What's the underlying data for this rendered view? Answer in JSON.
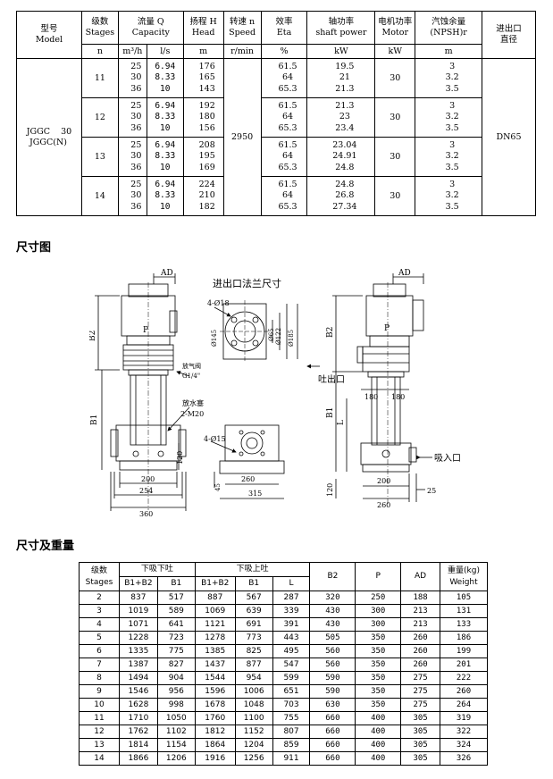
{
  "perf_table": {
    "headers": [
      {
        "cn": "型号",
        "en": "Model"
      },
      {
        "cn": "级数",
        "en": "Stages"
      },
      {
        "cn": "流量 Q",
        "en": "Capacity"
      },
      {
        "cn": "扬程 H",
        "en": "Head"
      },
      {
        "cn": "转速 n",
        "en": "Speed"
      },
      {
        "cn": "效率",
        "en": "Eta"
      },
      {
        "cn": "轴功率",
        "en": "shaft power"
      },
      {
        "cn": "电机功率",
        "en": "Motor"
      },
      {
        "cn": "汽蚀余量",
        "en": "(NPSH)r"
      },
      {
        "cn": "进出口",
        "en": "直径"
      }
    ],
    "units": [
      "n",
      "m³/h",
      "l/s",
      "m",
      "r/min",
      "%",
      "kW",
      "kW",
      "m"
    ],
    "model_line1": "JGGC",
    "model_size": "30",
    "model_line2": "JGGC(N)",
    "speed": "2950",
    "diameter": "DN65",
    "groups": [
      {
        "stage": "11",
        "q_m3h": [
          "25",
          "30",
          "36"
        ],
        "q_ls": [
          "6.94",
          "8.33",
          "10"
        ],
        "head": [
          "176",
          "165",
          "143"
        ],
        "eta": [
          "61.5",
          "64",
          "65.3"
        ],
        "shaft": [
          "19.5",
          "21",
          "21.3"
        ],
        "motor": "30",
        "npsh": [
          "3",
          "3.2",
          "3.5"
        ]
      },
      {
        "stage": "12",
        "q_m3h": [
          "25",
          "30",
          "36"
        ],
        "q_ls": [
          "6.94",
          "8.33",
          "10"
        ],
        "head": [
          "192",
          "180",
          "156"
        ],
        "eta": [
          "61.5",
          "64",
          "65.3"
        ],
        "shaft": [
          "21.3",
          "23",
          "23.4"
        ],
        "motor": "30",
        "npsh": [
          "3",
          "3.2",
          "3.5"
        ]
      },
      {
        "stage": "13",
        "q_m3h": [
          "25",
          "30",
          "36"
        ],
        "q_ls": [
          "6.94",
          "8.33",
          "10"
        ],
        "head": [
          "208",
          "195",
          "169"
        ],
        "eta": [
          "61.5",
          "64",
          "65.3"
        ],
        "shaft": [
          "23.04",
          "24.91",
          "24.8"
        ],
        "motor": "30",
        "npsh": [
          "3",
          "3.2",
          "3.5"
        ]
      },
      {
        "stage": "14",
        "q_m3h": [
          "25",
          "30",
          "36"
        ],
        "q_ls": [
          "6.94",
          "8.33",
          "10"
        ],
        "head": [
          "224",
          "210",
          "182"
        ],
        "eta": [
          "61.5",
          "64",
          "65.3"
        ],
        "shaft": [
          "24.8",
          "26.8",
          "27.34"
        ],
        "motor": "30",
        "npsh": [
          "3",
          "3.2",
          "3.5"
        ]
      }
    ]
  },
  "section_dims": "尺寸图",
  "drawing": {
    "flange_title": "进出口法兰尺寸",
    "inlet": "吸入口",
    "outlet": "吐出口",
    "vent": "放气阀",
    "vent_size": "G1/4\"",
    "drain": "放水塞",
    "drain_size": "2-M20",
    "bolt_holes_top": "4-Ø18",
    "bolt_holes_base": "4-Ø15",
    "dia_145": "Ø145",
    "dia_65": "Ø65",
    "dia_122": "Ø122",
    "dia_185": "Ø185",
    "AD": "AD",
    "B2": "B2",
    "B1": "B1",
    "P": "P",
    "L": "L",
    "d120": "120",
    "d200": "200",
    "d254": "254",
    "d360": "360",
    "d45": "45",
    "d260": "260",
    "d315": "315",
    "d180": "180",
    "d25": "25"
  },
  "section_weights": "尺寸及重量",
  "dim_table": {
    "h_stages_cn": "级数",
    "h_stages_en": "Stages",
    "h_low": "下吸下吐",
    "h_up": "下吸上吐",
    "h_b1b2": "B1+B2",
    "h_b1": "B1",
    "h_l": "L",
    "h_b2": "B2",
    "h_p": "P",
    "h_ad": "AD",
    "h_weight_cn": "重量(kg)",
    "h_weight_en": "Weight",
    "rows": [
      [
        "2",
        "837",
        "517",
        "887",
        "567",
        "287",
        "320",
        "250",
        "188",
        "105"
      ],
      [
        "3",
        "1019",
        "589",
        "1069",
        "639",
        "339",
        "430",
        "300",
        "213",
        "131"
      ],
      [
        "4",
        "1071",
        "641",
        "1121",
        "691",
        "391",
        "430",
        "300",
        "213",
        "133"
      ],
      [
        "5",
        "1228",
        "723",
        "1278",
        "773",
        "443",
        "505",
        "350",
        "260",
        "186"
      ],
      [
        "6",
        "1335",
        "775",
        "1385",
        "825",
        "495",
        "560",
        "350",
        "260",
        "199"
      ],
      [
        "7",
        "1387",
        "827",
        "1437",
        "877",
        "547",
        "560",
        "350",
        "260",
        "201"
      ],
      [
        "8",
        "1494",
        "904",
        "1544",
        "954",
        "599",
        "590",
        "350",
        "275",
        "222"
      ],
      [
        "9",
        "1546",
        "956",
        "1596",
        "1006",
        "651",
        "590",
        "350",
        "275",
        "260"
      ],
      [
        "10",
        "1628",
        "998",
        "1678",
        "1048",
        "703",
        "630",
        "350",
        "275",
        "264"
      ],
      [
        "11",
        "1710",
        "1050",
        "1760",
        "1100",
        "755",
        "660",
        "400",
        "305",
        "319"
      ],
      [
        "12",
        "1762",
        "1102",
        "1812",
        "1152",
        "807",
        "660",
        "400",
        "305",
        "322"
      ],
      [
        "13",
        "1814",
        "1154",
        "1864",
        "1204",
        "859",
        "660",
        "400",
        "305",
        "324"
      ],
      [
        "14",
        "1866",
        "1206",
        "1916",
        "1256",
        "911",
        "660",
        "400",
        "305",
        "326"
      ]
    ]
  }
}
